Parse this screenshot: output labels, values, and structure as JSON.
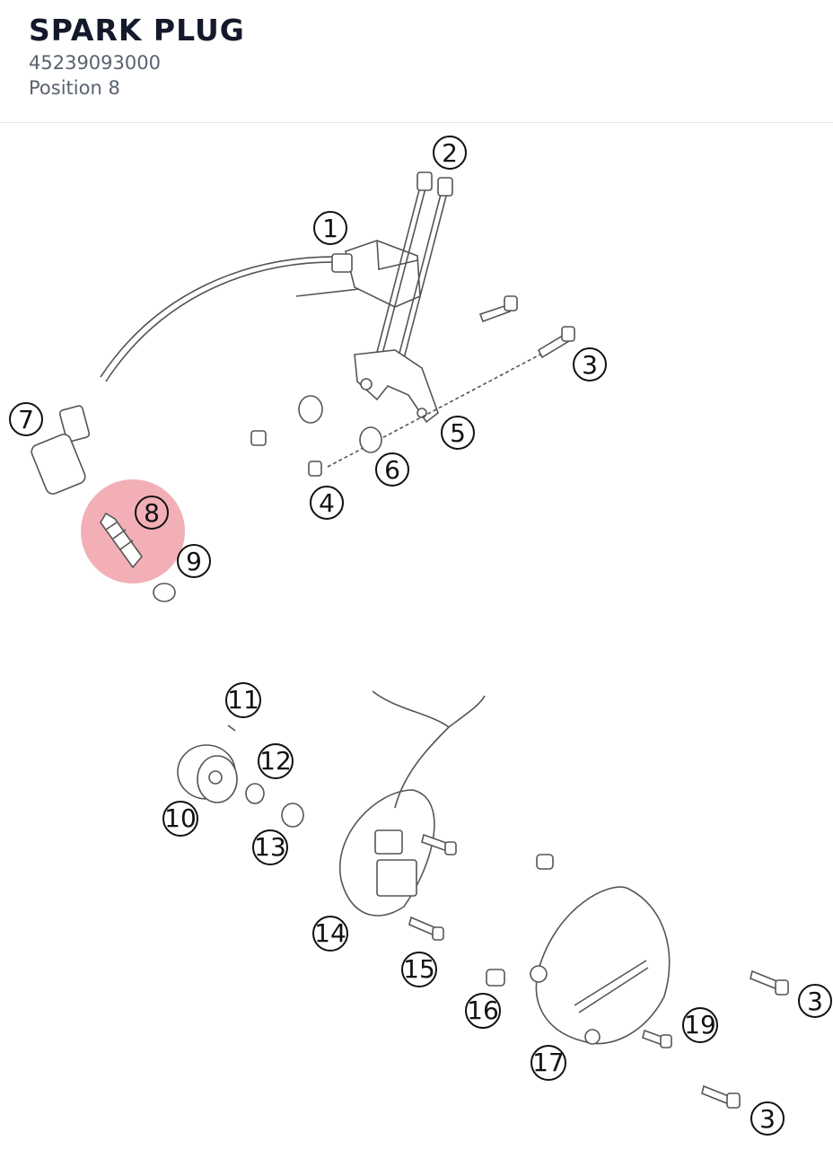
{
  "header": {
    "title": "SPARK PLUG",
    "part_number": "45239093000",
    "position": "Position 8"
  },
  "highlight": {
    "selected_position": "8",
    "color": "#e8707a"
  },
  "callouts": [
    "1",
    "2",
    "3",
    "4",
    "5",
    "6",
    "7",
    "8",
    "9",
    "10",
    "11",
    "12",
    "13",
    "14",
    "15",
    "16",
    "17",
    "19"
  ]
}
